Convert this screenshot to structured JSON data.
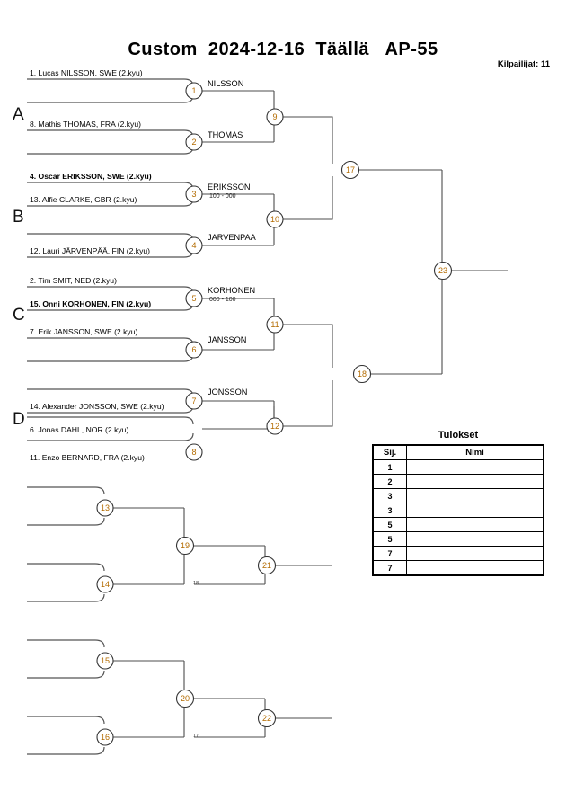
{
  "header": {
    "title": "Custom  2024-12-16  Täällä   AP-55",
    "competitors_label": "Kilpailijat: 11"
  },
  "groups": [
    {
      "letter": "A"
    },
    {
      "letter": "B"
    },
    {
      "letter": "C"
    },
    {
      "letter": "D"
    }
  ],
  "entrants": [
    {
      "text": "1. Lucas NILSSON, SWE (2.kyu)",
      "bold": false
    },
    {
      "text": "8. Mathis THOMAS, FRA (2.kyu)",
      "bold": false
    },
    {
      "text": "4. Oscar ERIKSSON, SWE (2.kyu)",
      "bold": true
    },
    {
      "text": "13. Alfie CLARKE, GBR (2.kyu)",
      "bold": false
    },
    {
      "text": "12. Lauri JÄRVENPÄÄ, FIN (2.kyu)",
      "bold": false
    },
    {
      "text": "2. Tim SMIT, NED (2.kyu)",
      "bold": false
    },
    {
      "text": "15. Onni KORHONEN, FIN (2.kyu)",
      "bold": true
    },
    {
      "text": "7. Erik JANSSON, SWE (2.kyu)",
      "bold": false
    },
    {
      "text": "14. Alexander JONSSON, SWE (2.kyu)",
      "bold": false
    },
    {
      "text": "6. Jonas DAHL, NOR (2.kyu)",
      "bold": false
    },
    {
      "text": "11. Enzo BERNARD, FRA (2.kyu)",
      "bold": false
    }
  ],
  "winners": [
    {
      "name": "NILSSON",
      "score": ""
    },
    {
      "name": "THOMAS",
      "score": ""
    },
    {
      "name": "ERIKSSON",
      "score": "100 - 000"
    },
    {
      "name": "JARVENPAA",
      "score": ""
    },
    {
      "name": "KORHONEN",
      "score": "000 - 100"
    },
    {
      "name": "JANSSON",
      "score": ""
    },
    {
      "name": "JONSSON",
      "score": ""
    }
  ],
  "match_numbers": {
    "m1": "1",
    "m2": "2",
    "m3": "3",
    "m4": "4",
    "m5": "5",
    "m6": "6",
    "m7": "7",
    "m8": "8",
    "m9": "9",
    "m10": "10",
    "m11": "11",
    "m12": "12",
    "m13": "13",
    "m14": "14",
    "m15": "15",
    "m16": "16",
    "m17": "17",
    "m18": "18",
    "m19": "19",
    "m20": "20",
    "m21": "21",
    "m22": "22",
    "m23": "23"
  },
  "tiny_labels": {
    "repechage_upper_feed": "18",
    "repechage_lower_feed": "17"
  },
  "results": {
    "title": "Tulokset",
    "columns": [
      "Sij.",
      "Nimi"
    ],
    "rows": [
      {
        "place": "1",
        "name": ""
      },
      {
        "place": "2",
        "name": ""
      },
      {
        "place": "3",
        "name": ""
      },
      {
        "place": "3",
        "name": ""
      },
      {
        "place": "5",
        "name": ""
      },
      {
        "place": "5",
        "name": ""
      },
      {
        "place": "7",
        "name": ""
      },
      {
        "place": "7",
        "name": ""
      }
    ]
  },
  "colors": {
    "line": "#4d4d4d",
    "match_number": "#b36b00",
    "text": "#000000"
  }
}
